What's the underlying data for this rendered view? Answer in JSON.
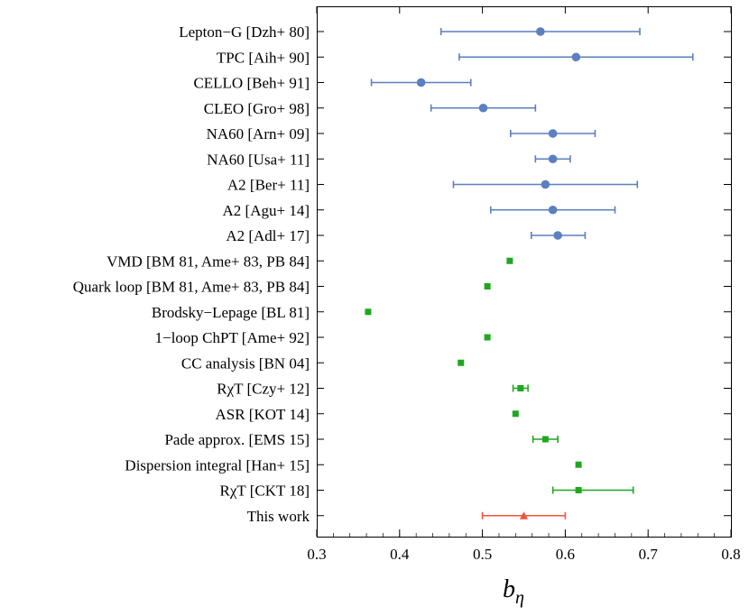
{
  "chart_data": {
    "type": "scatter",
    "title": "",
    "xlabel": "b",
    "xlabel_subscript": "η",
    "ylabel": "",
    "xlim": [
      0.3,
      0.8
    ],
    "xticks": [
      "0.3",
      "0.4",
      "0.5",
      "0.6",
      "0.7",
      "0.8"
    ],
    "grid": false,
    "legend": "none",
    "colors": {
      "experiment": "#5b7fbf",
      "theory": "#1fa81f",
      "this_work": "#f0553c"
    },
    "points": [
      {
        "label": "Lepton−G [Dzh+ 80]",
        "value": 0.57,
        "low": 0.45,
        "high": 0.69,
        "group": "experiment",
        "marker": "circle"
      },
      {
        "label": "TPC [Aih+ 90]",
        "value": 0.613,
        "low": 0.472,
        "high": 0.754,
        "group": "experiment",
        "marker": "circle"
      },
      {
        "label": "CELLO [Beh+ 91]",
        "value": 0.426,
        "low": 0.366,
        "high": 0.486,
        "group": "experiment",
        "marker": "circle"
      },
      {
        "label": "CLEO [Gro+ 98]",
        "value": 0.501,
        "low": 0.438,
        "high": 0.564,
        "group": "experiment",
        "marker": "circle"
      },
      {
        "label": "NA60 [Arn+ 09]",
        "value": 0.585,
        "low": 0.534,
        "high": 0.636,
        "group": "experiment",
        "marker": "circle"
      },
      {
        "label": "NA60 [Usa+ 11]",
        "value": 0.585,
        "low": 0.564,
        "high": 0.606,
        "group": "experiment",
        "marker": "circle"
      },
      {
        "label": "A2 [Ber+ 11]",
        "value": 0.576,
        "low": 0.465,
        "high": 0.687,
        "group": "experiment",
        "marker": "circle"
      },
      {
        "label": "A2 [Agu+ 14]",
        "value": 0.585,
        "low": 0.51,
        "high": 0.66,
        "group": "experiment",
        "marker": "circle"
      },
      {
        "label": "A2 [Adl+ 17]",
        "value": 0.591,
        "low": 0.559,
        "high": 0.624,
        "group": "experiment",
        "marker": "circle"
      },
      {
        "label": "VMD [BM 81, Ame+ 83, PB 84]",
        "value": 0.533,
        "group": "theory",
        "marker": "square"
      },
      {
        "label": "Quark loop [BM 81, Ame+ 83, PB 84]",
        "value": 0.506,
        "group": "theory",
        "marker": "square"
      },
      {
        "label": "Brodsky−Lepage [BL 81]",
        "value": 0.362,
        "group": "theory",
        "marker": "square"
      },
      {
        "label": "1−loop ChPT [Ame+ 92]",
        "value": 0.506,
        "group": "theory",
        "marker": "square"
      },
      {
        "label": "CC analysis [BN 04]",
        "value": 0.474,
        "group": "theory",
        "marker": "square"
      },
      {
        "label": "RχT [Czy+ 12]",
        "value": 0.546,
        "low": 0.537,
        "high": 0.555,
        "group": "theory",
        "marker": "square"
      },
      {
        "label": "ASR [KOT 14]",
        "value": 0.54,
        "group": "theory",
        "marker": "square"
      },
      {
        "label": "Pade approx. [EMS 15]",
        "value": 0.576,
        "low": 0.561,
        "high": 0.591,
        "group": "theory",
        "marker": "square"
      },
      {
        "label": "Dispersion integral [Han+ 15]",
        "value": 0.616,
        "group": "theory",
        "marker": "square"
      },
      {
        "label": "RχT [CKT 18]",
        "value": 0.616,
        "low": 0.585,
        "high": 0.682,
        "group": "theory",
        "marker": "square"
      },
      {
        "label": "This work",
        "value": 0.55,
        "low": 0.5,
        "high": 0.6,
        "group": "this_work",
        "marker": "triangle"
      }
    ]
  }
}
